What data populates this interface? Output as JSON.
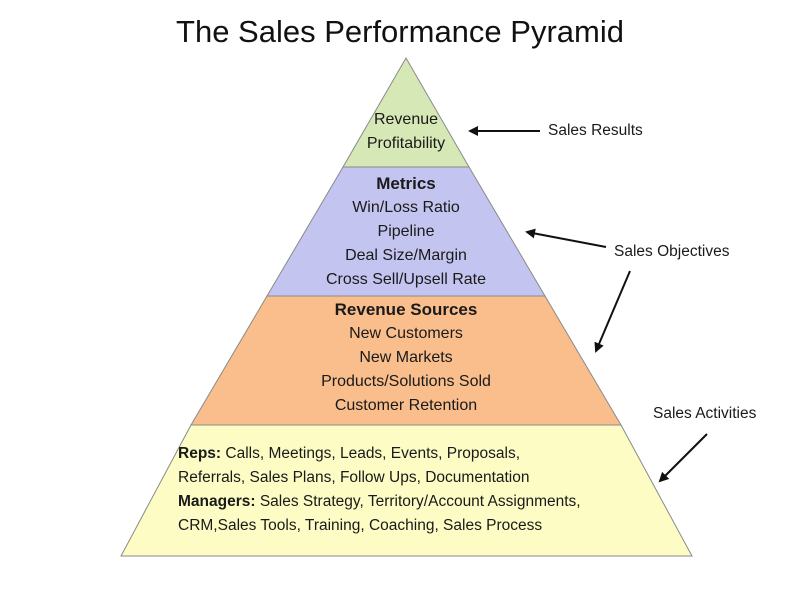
{
  "title": "The Sales Performance Pyramid",
  "colors": {
    "tier1": "#d6e8b6",
    "tier2": "#c4c4f0",
    "tier3": "#f9be8c",
    "tier4": "#fcfcc4",
    "outline": "#8a8a8a",
    "arrow": "#111111"
  },
  "tiers": [
    {
      "heading": "",
      "lines": [
        "Revenue",
        "Profitability"
      ]
    },
    {
      "heading": "Metrics",
      "lines": [
        "Win/Loss Ratio",
        "Pipeline",
        "Deal Size/Margin",
        "Cross Sell/Upsell Rate"
      ]
    },
    {
      "heading": "Revenue Sources",
      "lines": [
        "New Customers",
        "New Markets",
        "Products/Solutions Sold",
        "Customer Retention"
      ]
    }
  ],
  "base": {
    "reps_label": "Reps:",
    "reps_line1": " Calls, Meetings, Leads, Events, Proposals,",
    "reps_line2": "Referrals, Sales Plans, Follow Ups, Documentation",
    "managers_label": "Managers:",
    "managers_line1": " Sales Strategy, Territory/Account Assignments,",
    "managers_line2": "CRM,Sales Tools, Training, Coaching, Sales Process"
  },
  "labels": {
    "results": "Sales Results",
    "objectives": "Sales Objectives",
    "activities": "Sales Activities"
  }
}
